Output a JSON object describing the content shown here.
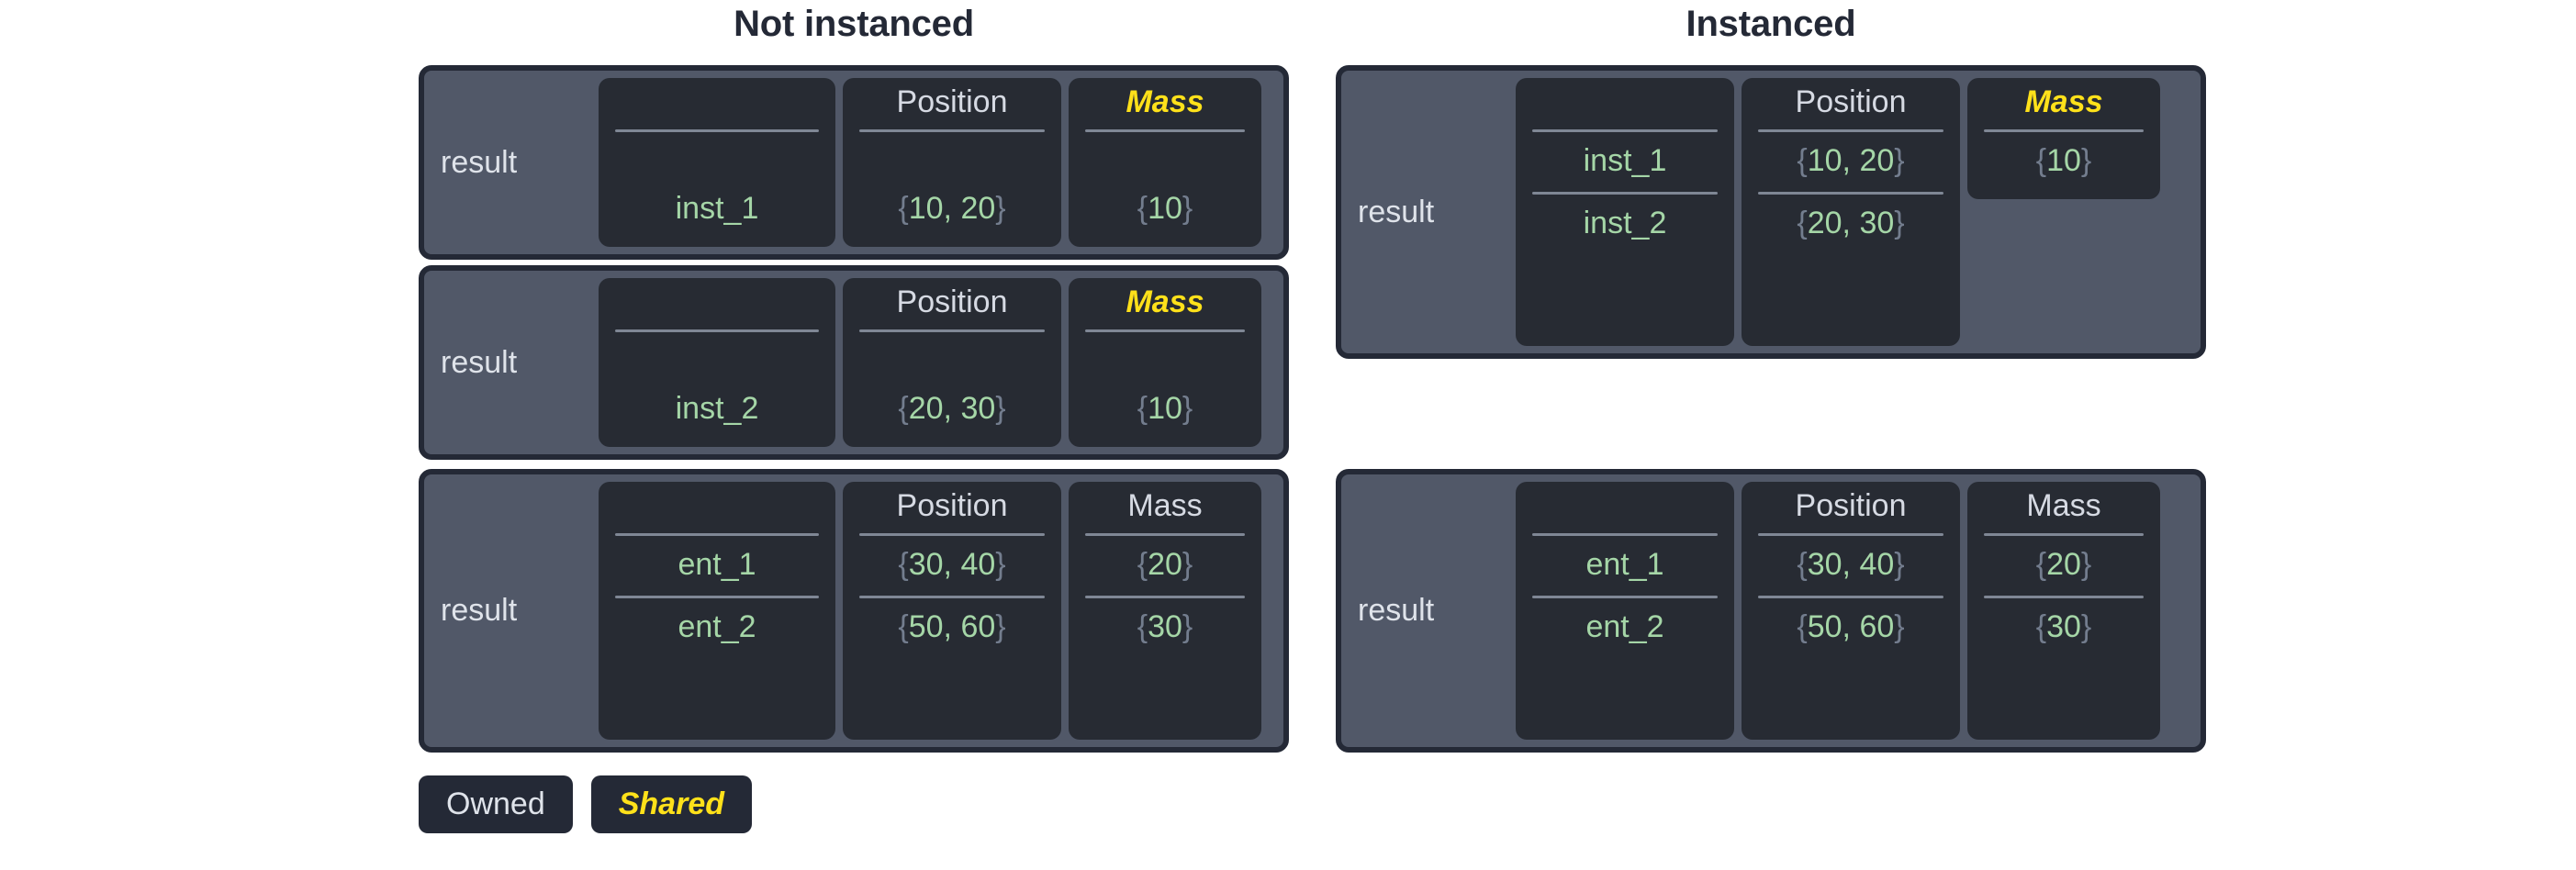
{
  "headings": {
    "not_instanced": "Not instanced",
    "instanced": "Instanced"
  },
  "labels": {
    "result": "result",
    "position": "Position",
    "mass": "Mass",
    "blank": ""
  },
  "legend": {
    "owned": "Owned",
    "shared": "Shared"
  },
  "colors": {
    "page_background": "#ffffff",
    "heading_text": "#242936",
    "panel_border": "#242936",
    "panel_fill": "#515868",
    "cell_fill": "#272b33",
    "owned_text": "#d6dae3",
    "shared_text": "#ffe11a",
    "value_text": "#a5d6a7",
    "brace_text": "#737d8e",
    "separator": "#7f8795"
  },
  "tables": {
    "not_instanced": [
      {
        "id": "ni-table-1",
        "row_label": "result",
        "columns": [
          {
            "header": "",
            "shared": false
          },
          {
            "header": "Position",
            "shared": false
          },
          {
            "header": "Mass",
            "shared": true
          }
        ],
        "rows": [
          {
            "name": "inst_1",
            "position_open": "{",
            "position": "10, 20",
            "position_close": "}",
            "mass_open": "{",
            "mass": "10",
            "mass_close": "}"
          }
        ]
      },
      {
        "id": "ni-table-2",
        "row_label": "result",
        "columns": [
          {
            "header": "",
            "shared": false
          },
          {
            "header": "Position",
            "shared": false
          },
          {
            "header": "Mass",
            "shared": true
          }
        ],
        "rows": [
          {
            "name": "inst_2",
            "position_open": "{",
            "position": "20, 30",
            "position_close": "}",
            "mass_open": "{",
            "mass": "10",
            "mass_close": "}"
          }
        ]
      },
      {
        "id": "ni-table-3",
        "row_label": "result",
        "columns": [
          {
            "header": "",
            "shared": false
          },
          {
            "header": "Position",
            "shared": false
          },
          {
            "header": "Mass",
            "shared": false
          }
        ],
        "rows": [
          {
            "name": "ent_1",
            "position_open": "{",
            "position": "30, 40",
            "position_close": "}",
            "mass_open": "{",
            "mass": "20",
            "mass_close": "}"
          },
          {
            "name": "ent_2",
            "position_open": "{",
            "position": "50, 60",
            "position_close": "}",
            "mass_open": "{",
            "mass": "30",
            "mass_close": "}"
          }
        ]
      }
    ],
    "instanced": [
      {
        "id": "in-table-1",
        "row_label": "result",
        "columns": [
          {
            "header": "",
            "shared": false
          },
          {
            "header": "Position",
            "shared": false
          },
          {
            "header": "Mass",
            "shared": true
          }
        ],
        "rows": [
          {
            "name": "inst_1",
            "position_open": "{",
            "position": "10, 20",
            "position_close": "}",
            "mass_open": "{",
            "mass": "10",
            "mass_close": "}"
          },
          {
            "name": "inst_2",
            "position_open": "{",
            "position": "20, 30",
            "position_close": "}"
          }
        ]
      },
      {
        "id": "in-table-2",
        "row_label": "result",
        "columns": [
          {
            "header": "",
            "shared": false
          },
          {
            "header": "Position",
            "shared": false
          },
          {
            "header": "Mass",
            "shared": false
          }
        ],
        "rows": [
          {
            "name": "ent_1",
            "position_open": "{",
            "position": "30, 40",
            "position_close": "}",
            "mass_open": "{",
            "mass": "20",
            "mass_close": "}"
          },
          {
            "name": "ent_2",
            "position_open": "{",
            "position": "50, 60",
            "position_close": "}",
            "mass_open": "{",
            "mass": "30",
            "mass_close": "}"
          }
        ]
      }
    ]
  }
}
